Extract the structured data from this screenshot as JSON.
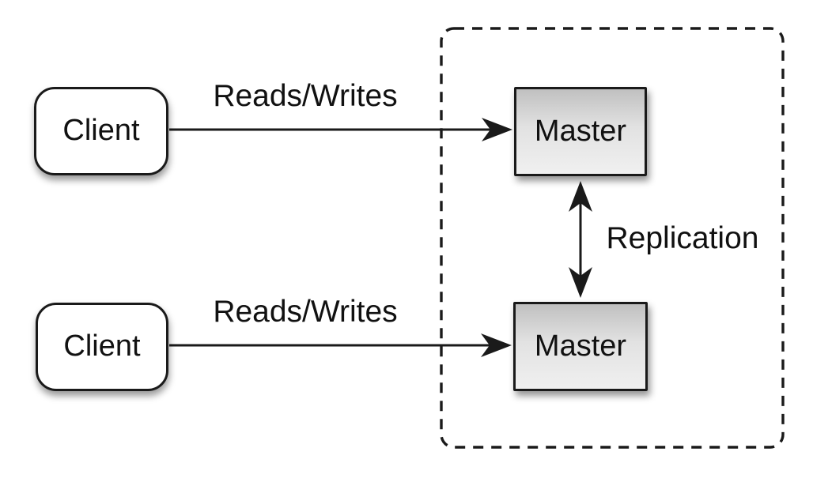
{
  "nodes": {
    "client_top": {
      "label": "Client"
    },
    "client_bottom": {
      "label": "Client"
    },
    "master_top": {
      "label": "Master"
    },
    "master_bottom": {
      "label": "Master"
    }
  },
  "edges": {
    "reads_writes_top": {
      "label": "Reads/Writes",
      "from": "client_top",
      "to": "master_top",
      "direction": "right"
    },
    "reads_writes_bottom": {
      "label": "Reads/Writes",
      "from": "client_bottom",
      "to": "master_bottom",
      "direction": "right"
    },
    "replication": {
      "label": "Replication",
      "from": "master_top",
      "to": "master_bottom",
      "direction": "both"
    }
  },
  "cluster": {
    "style": "dashed",
    "contains": [
      "master_top",
      "master_bottom"
    ]
  },
  "colors": {
    "stroke": "#1a1a1a",
    "text": "#111111",
    "background": "#ffffff",
    "node_fill": "#ffffff",
    "master_fill_top": "#c0c0c0",
    "master_fill_mid": "#e2e2e2",
    "master_fill_bottom": "#f0f0f0"
  }
}
